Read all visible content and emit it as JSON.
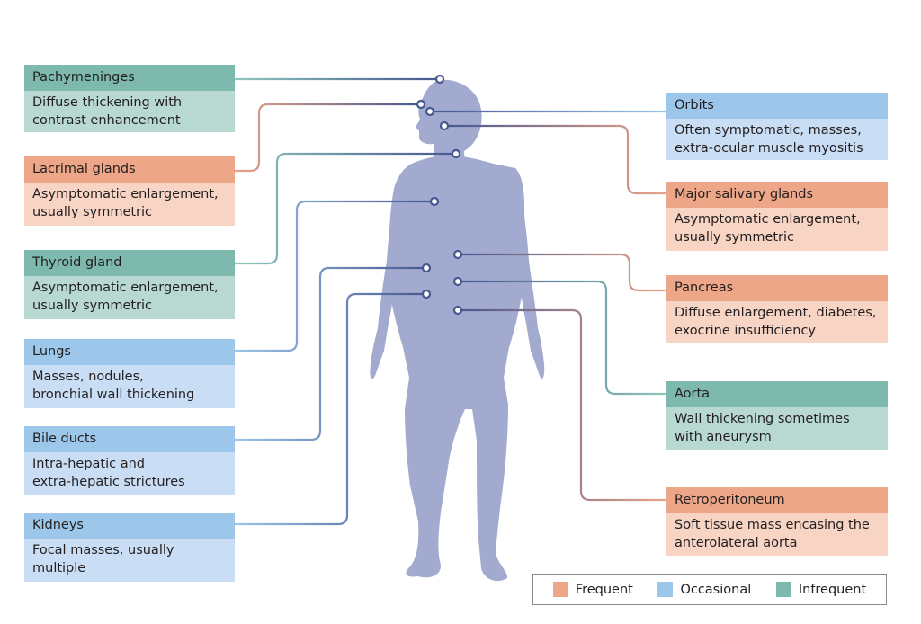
{
  "colors": {
    "frequent_header": "#eda687",
    "frequent_body": "#f7d4c3",
    "occasional_header": "#9cc6ea",
    "occasional_body": "#c9def5",
    "infrequent_header": "#7dbaad",
    "infrequent_body": "#b7d9d1",
    "body_silhouette": "#a2abcf",
    "connector_dot": "#46568f"
  },
  "organs": {
    "pachymeninges": {
      "title": "Pachymeninges",
      "desc1": "Diffuse thickening with",
      "desc2": "contrast enhancement",
      "frequency": "infrequent"
    },
    "lacrimal": {
      "title": "Lacrimal glands",
      "desc1": "Asymptomatic enlargement,",
      "desc2": "usually symmetric",
      "frequency": "frequent"
    },
    "thyroid": {
      "title": "Thyroid gland",
      "desc1": "Asymptomatic enlargement,",
      "desc2": "usually symmetric",
      "frequency": "infrequent"
    },
    "lungs": {
      "title": "Lungs",
      "desc1": "Masses, nodules,",
      "desc2": "bronchial wall thickening",
      "frequency": "occasional"
    },
    "bile_ducts": {
      "title": "Bile ducts",
      "desc1": "Intra-hepatic and",
      "desc2": "extra-hepatic strictures",
      "frequency": "occasional"
    },
    "kidneys": {
      "title": "Kidneys",
      "desc1": "Focal masses, usually",
      "desc2": "multiple",
      "frequency": "occasional"
    },
    "orbits": {
      "title": "Orbits",
      "desc1": "Often symptomatic, masses,",
      "desc2": "extra-ocular muscle myositis",
      "frequency": "occasional"
    },
    "salivary": {
      "title": "Major salivary glands",
      "desc1": "Asymptomatic enlargement,",
      "desc2": "usually symmetric",
      "frequency": "frequent"
    },
    "pancreas": {
      "title": "Pancreas",
      "desc1": "Diffuse enlargement, diabetes,",
      "desc2": "exocrine insufficiency",
      "frequency": "frequent"
    },
    "aorta": {
      "title": "Aorta",
      "desc1": "Wall thickening sometimes",
      "desc2": "with aneurysm",
      "frequency": "infrequent"
    },
    "retroperitoneum": {
      "title": "Retroperitoneum",
      "desc1": "Soft tissue mass encasing the",
      "desc2": "anterolateral aorta",
      "frequency": "frequent"
    }
  },
  "legend": {
    "frequent": "Frequent",
    "occasional": "Occasional",
    "infrequent": "Infrequent"
  }
}
